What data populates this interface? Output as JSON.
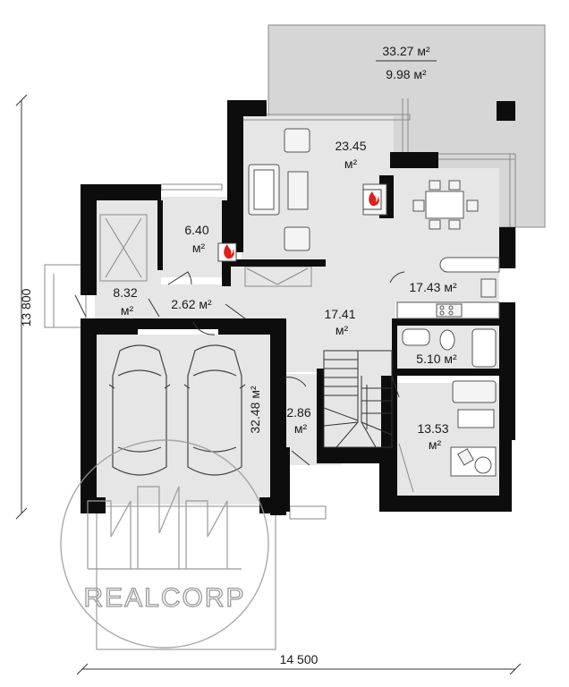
{
  "dimensions": {
    "width_label": "14 500",
    "height_label": "13 800"
  },
  "rooms": [
    {
      "id": "terrace",
      "area": "33.27 м²",
      "area2": "9.98 м²"
    },
    {
      "id": "living",
      "area": "23.45",
      "unit": "м²"
    },
    {
      "id": "boiler",
      "area": "6.40",
      "unit": "м²"
    },
    {
      "id": "kitchen",
      "area": "17.43 м²"
    },
    {
      "id": "storage",
      "area": "8.32",
      "unit": "м²"
    },
    {
      "id": "vestibule",
      "area": "2.62 м²"
    },
    {
      "id": "hall",
      "area": "17.41",
      "unit": "м²"
    },
    {
      "id": "bathroom",
      "area": "5.10 м²"
    },
    {
      "id": "garage",
      "area": "32.48 м²"
    },
    {
      "id": "wc",
      "area": "2.86",
      "unit": "м²"
    },
    {
      "id": "office",
      "area": "13.53",
      "unit": "м²"
    }
  ],
  "watermark": {
    "text": "REALCORP"
  },
  "colors": {
    "wall": "#0d0d0d",
    "floor": "#e6e6e6",
    "terrace": "#d6d6d6",
    "outline": "#8a8a8a",
    "fire": "#e0201a"
  },
  "icons": [
    "fireplace-icon",
    "car-icon",
    "sofa-icon",
    "table-icon",
    "toilet-icon",
    "bathtub-icon",
    "stove-icon",
    "sink-icon"
  ]
}
